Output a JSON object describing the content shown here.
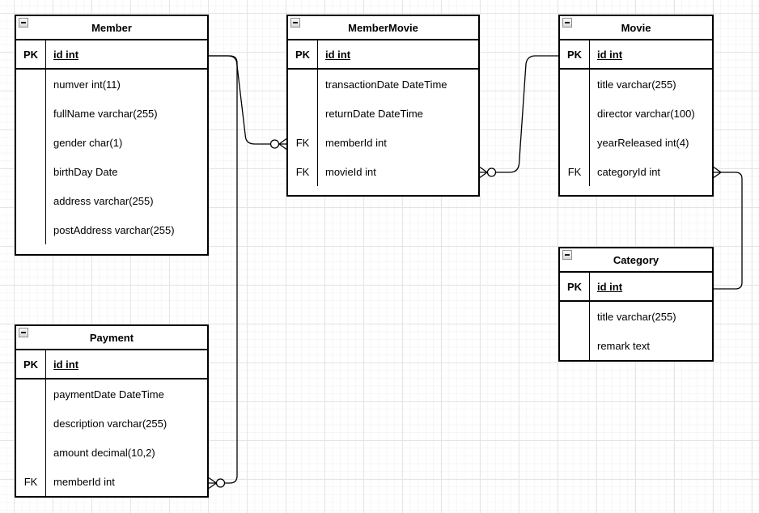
{
  "diagram": {
    "type": "entity-relationship",
    "canvas_background": "#ffffff",
    "grid_major_color": "#e5e5e5",
    "grid_minor_color": "#f6f6f6",
    "line_color": "#000000"
  },
  "entities": [
    {
      "name": "Member",
      "pk": {
        "key": "PK",
        "field": "id int"
      },
      "rows": [
        {
          "key": "",
          "label": "numver int(11)"
        },
        {
          "key": "",
          "label": "fullName varchar(255)"
        },
        {
          "key": "",
          "label": "gender char(1)"
        },
        {
          "key": "",
          "label": "birthDay Date"
        },
        {
          "key": "",
          "label": "address varchar(255)"
        },
        {
          "key": "",
          "label": "postAddress varchar(255)"
        }
      ]
    },
    {
      "name": "MemberMovie",
      "pk": {
        "key": "PK",
        "field": "id int"
      },
      "rows": [
        {
          "key": "",
          "label": "transactionDate DateTime"
        },
        {
          "key": "",
          "label": "returnDate DateTime"
        },
        {
          "key": "FK",
          "label": "memberId int"
        },
        {
          "key": "FK",
          "label": "movieId int"
        }
      ]
    },
    {
      "name": "Movie",
      "pk": {
        "key": "PK",
        "field": "id int"
      },
      "rows": [
        {
          "key": "",
          "label": "title varchar(255)"
        },
        {
          "key": "",
          "label": "director varchar(100)"
        },
        {
          "key": "",
          "label": "yearReleased int(4)"
        },
        {
          "key": "FK",
          "label": "categoryId int"
        }
      ]
    },
    {
      "name": "Category",
      "pk": {
        "key": "PK",
        "field": "id int"
      },
      "rows": [
        {
          "key": "",
          "label": "title varchar(255)"
        },
        {
          "key": "",
          "label": "remark text"
        }
      ]
    },
    {
      "name": "Payment",
      "pk": {
        "key": "PK",
        "field": "id int"
      },
      "rows": [
        {
          "key": "",
          "label": "paymentDate DateTime"
        },
        {
          "key": "",
          "label": "description varchar(255)"
        },
        {
          "key": "",
          "label": "amount decimal(10,2)"
        },
        {
          "key": "FK",
          "label": "memberId int"
        }
      ]
    }
  ],
  "relationships": [
    {
      "from": "Member.id",
      "to": "MemberMovie.memberId",
      "from_cardinality": "one",
      "to_cardinality": "zero-or-many"
    },
    {
      "from": "Member.id",
      "to": "Payment.memberId",
      "from_cardinality": "one",
      "to_cardinality": "zero-or-many"
    },
    {
      "from": "Movie.id",
      "to": "MemberMovie.movieId",
      "from_cardinality": "one",
      "to_cardinality": "zero-or-many"
    },
    {
      "from": "Category.id",
      "to": "Movie.categoryId",
      "from_cardinality": "one",
      "to_cardinality": "many"
    }
  ]
}
